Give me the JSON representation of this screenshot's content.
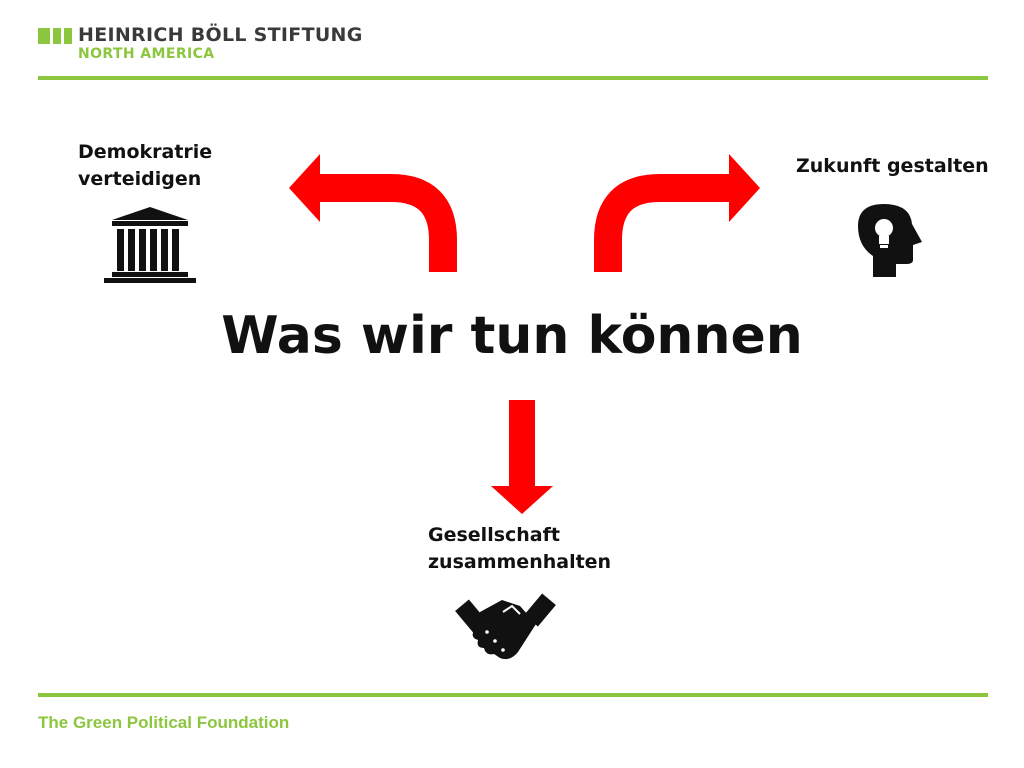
{
  "header": {
    "brand_name": "HEINRICH BÖLL STIFTUNG",
    "brand_sub": "NORTH AMERICA"
  },
  "diagram": {
    "center_title": "Was wir tun können",
    "nodes": [
      {
        "label": "Demokratrie\nverteidigen",
        "icon": "parliament-building-icon"
      },
      {
        "label": "Zukunft gestalten",
        "icon": "head-lightbulb-icon"
      },
      {
        "label": "Gesellschaft\nzusammenhalten",
        "icon": "handshake-icon"
      }
    ]
  },
  "footer": {
    "tagline": "The Green Political Foundation"
  },
  "colors": {
    "brand_green": "#8cc63f",
    "arrow_red": "#ff0000",
    "text_dark": "#111111"
  }
}
